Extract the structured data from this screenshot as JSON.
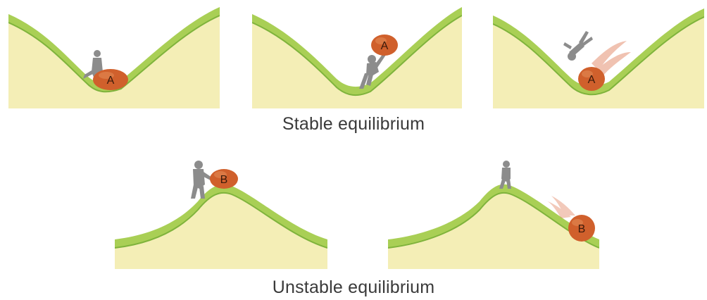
{
  "stable": {
    "caption": "Stable equilibrium",
    "panels": [
      {
        "rock_label": "A",
        "state": "at-rest-bottom"
      },
      {
        "rock_label": "A",
        "state": "pushed-up-slope"
      },
      {
        "rock_label": "A",
        "state": "rolled-back-to-bottom"
      }
    ]
  },
  "unstable": {
    "caption": "Unstable equilibrium",
    "panels": [
      {
        "rock_label": "B",
        "state": "at-rest-peak"
      },
      {
        "rock_label": "B",
        "state": "rolling-down-slope"
      }
    ]
  },
  "colors": {
    "ground": "#f4eeb6",
    "grass": "#a9cf55",
    "grass_dark": "#7fb33c",
    "rock": "#d0602c",
    "rock_dark": "#9e3f1a",
    "figure": "#8c8c8c"
  }
}
